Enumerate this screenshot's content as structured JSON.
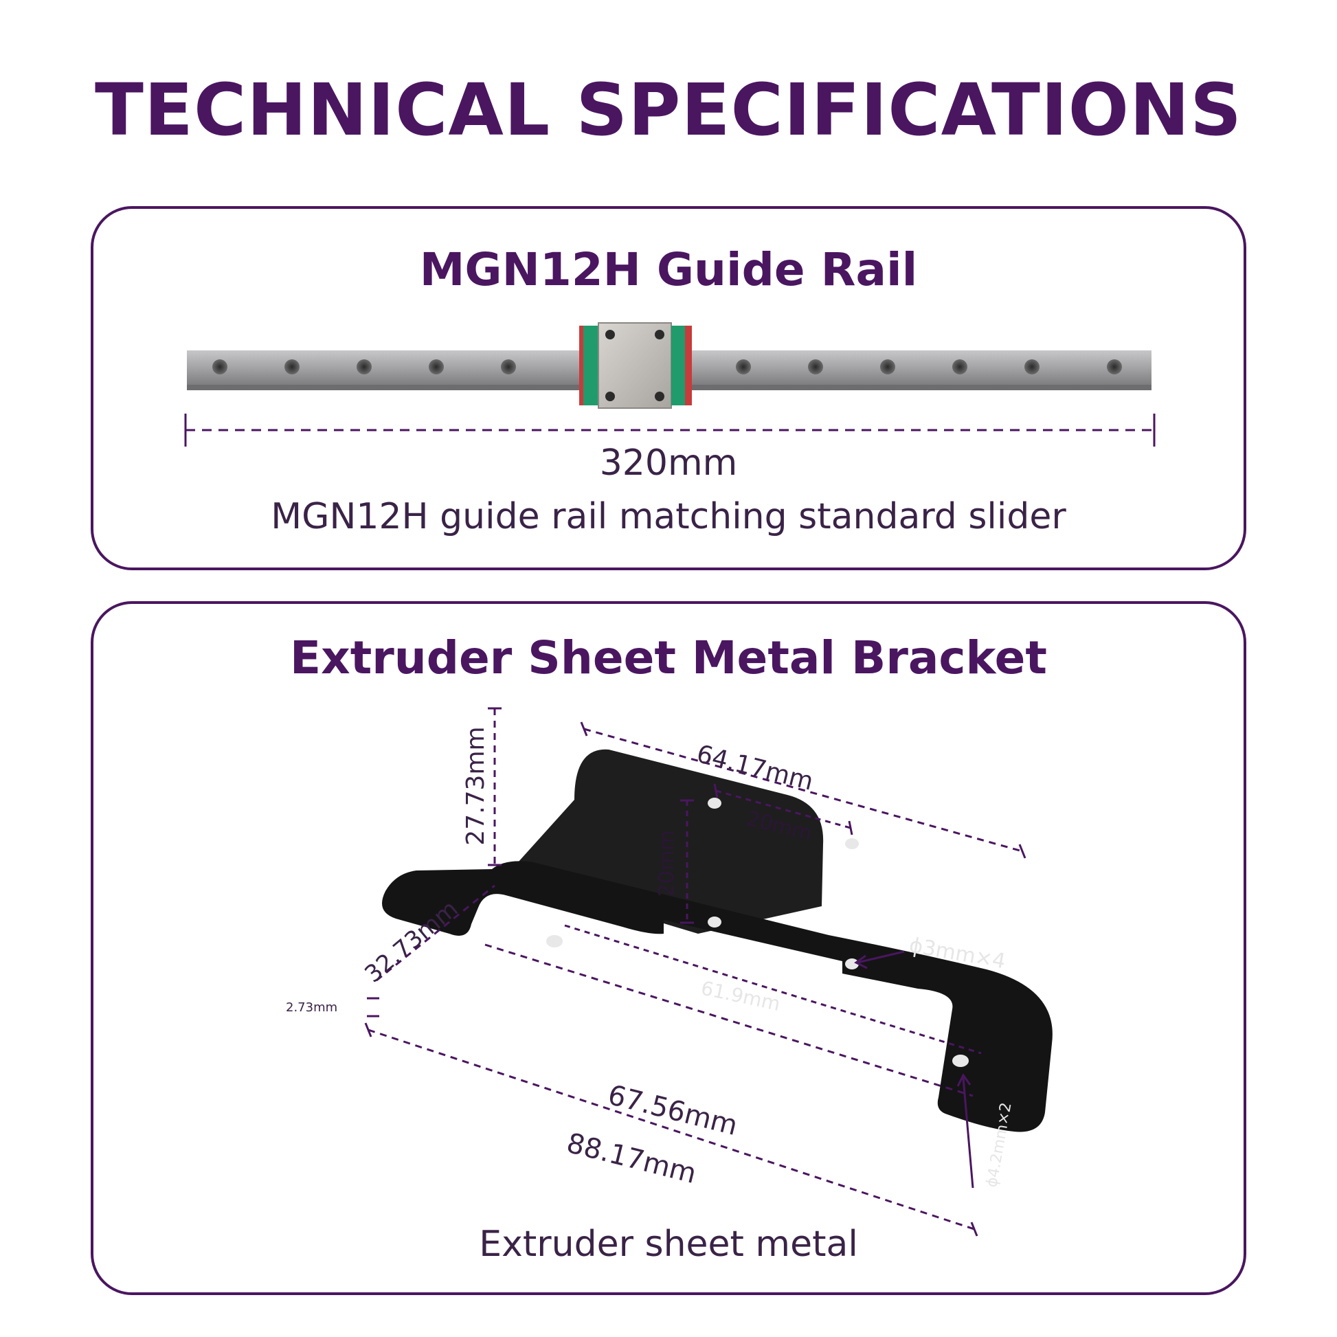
{
  "title": "TECHNICAL SPECIFICATIONS",
  "rail": {
    "heading": "MGN12H Guide Rail",
    "length_label": "320mm",
    "description": "MGN12H guide rail matching standard slider"
  },
  "bracket": {
    "heading": "Extruder Sheet Metal Bracket",
    "caption": "Extruder sheet metal",
    "dimensions": {
      "top_width": "64.17mm",
      "hole_spacing_h": "20mm",
      "hole_spacing_v": "20mm",
      "height": "27.73mm",
      "depth": "32.73mm",
      "thickness": "2.73mm",
      "bend_length": "61.9mm",
      "base_inner": "67.56mm",
      "base_total": "88.17mm",
      "small_holes": "ϕ3mm×4",
      "large_holes": "ϕ4.2mm×2"
    }
  },
  "colors": {
    "brand": "#4a1660",
    "text": "#3a2347",
    "rail": "#a9a9ab",
    "slider_green": "#1f9b6c",
    "bracket": "#1b1b1b"
  }
}
